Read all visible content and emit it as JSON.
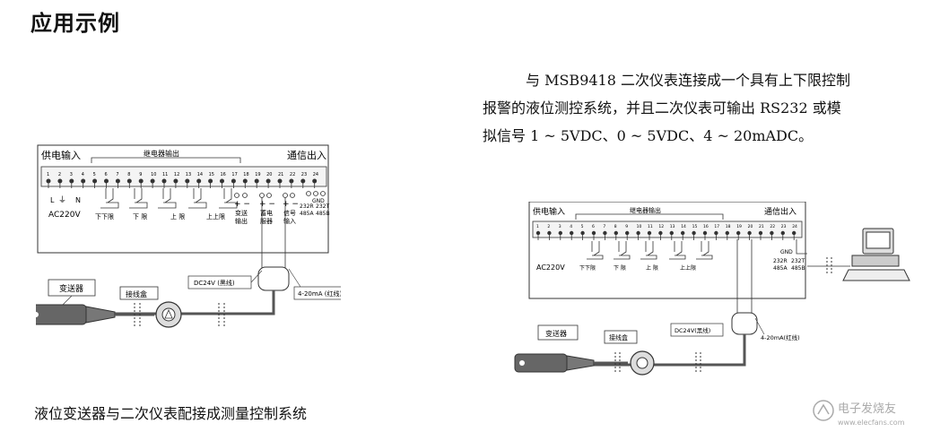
{
  "heading": "应用示例",
  "description": {
    "line1": "与 MSB9418 二次仪表连接成一个具有上下限控制",
    "line2": "报警的液位测控系统，并且二次仪表可输出 RS232 或模",
    "line3": "拟信号 1 ~ 5VDC、0 ~ 5VDC、4 ~ 20mADC。"
  },
  "caption": "液位变送器与二次仪表配接成测量控制系统",
  "diagram1": {
    "power_in": "供电输入",
    "relay_out": "继电器输出",
    "comm_out": "通信出入",
    "terminal_numbers": [
      "1",
      "2",
      "3",
      "4",
      "5",
      "6",
      "7",
      "8",
      "9",
      "10",
      "11",
      "12",
      "13",
      "14",
      "15",
      "16",
      "17",
      "18",
      "19",
      "20",
      "21",
      "22",
      "23",
      "24"
    ],
    "l": "L",
    "n": "N",
    "ac": "AC220V",
    "relay_labels": [
      "下下限",
      "下 限",
      "上 限",
      "上上限"
    ],
    "transmit_out": "变送",
    "transmit_out2": "输出",
    "alarm": "蓄电",
    "alarm2": "服器",
    "signal_in": "信号",
    "signal_in2": "输入",
    "rs232r": "232R",
    "rs485a": "485A",
    "gnd": "GND",
    "rs232t": "232T",
    "rs485b": "485B",
    "dc24": "DC24V (黑线)",
    "ma": "4-20mA (红线)",
    "transmitter": "变送器",
    "junction_box": "接线盒"
  },
  "diagram2": {
    "power_in": "供电输入",
    "relay_out": "继电器输出",
    "comm_out": "通信出入",
    "ac": "AC220V",
    "relay_labels": [
      "下下限",
      "下 限",
      "上 限",
      "上上限"
    ],
    "gnd": "GND",
    "rs232r": "232R",
    "rs485a": "485A",
    "rs232t": "232T",
    "rs485b": "485B",
    "dc24": "DC24V(黑线)",
    "ma": "4-20mA(红线)",
    "transmitter": "变送器",
    "junction_box": "接线盒"
  },
  "watermark": {
    "line1": "电子发烧友",
    "line2": "www.elecfans.com"
  }
}
